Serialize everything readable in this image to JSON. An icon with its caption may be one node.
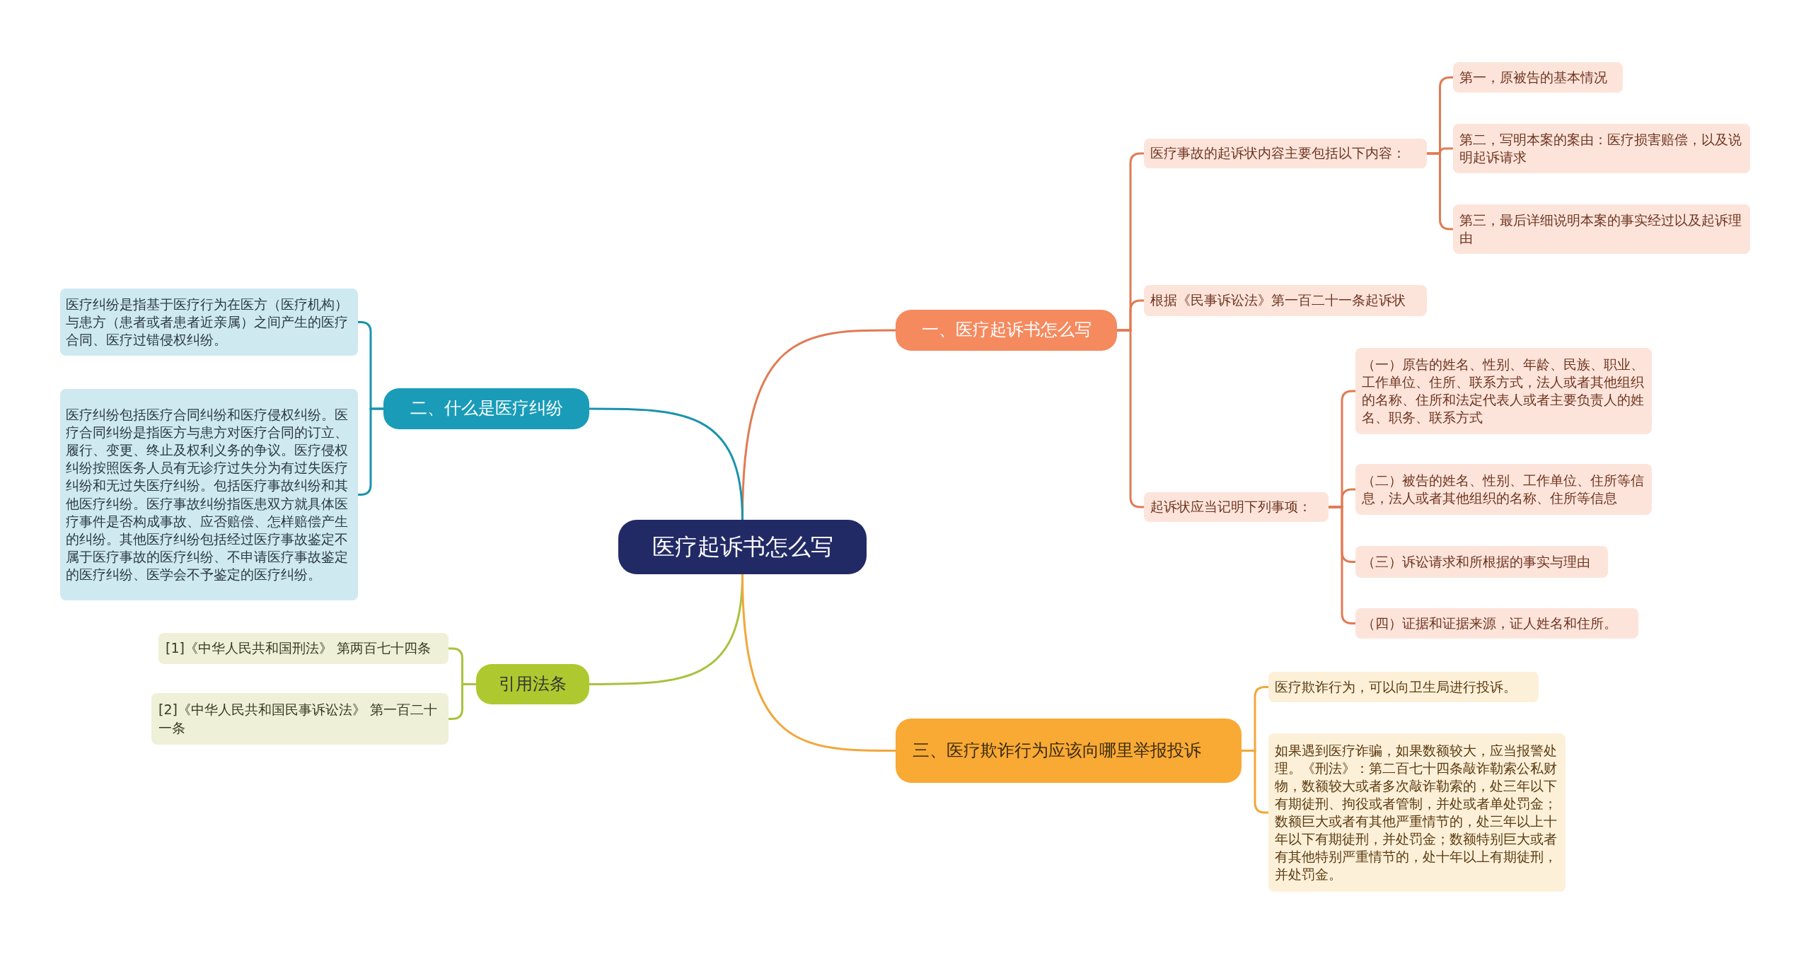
{
  "diagram": {
    "nodes": [
      {
        "text": [
          "医疗起诉书怎么写"
        ]
      },
      {
        "text": [
          "一、医疗起诉书怎么写"
        ]
      },
      {
        "text": [
          "医疗事故的起诉状内容主要包括以下内容："
        ]
      },
      {
        "text": [
          "第一，原被告的基本情况"
        ]
      },
      {
        "text": [
          "第二，写明本案的案由：医疗损害赔偿，以及说明起诉请求"
        ]
      },
      {
        "text": [
          "第三，最后详细说明本案的事实经过以及起诉理由"
        ]
      },
      {
        "text": [
          "根据《民事诉讼法》第一百二十一条起诉状"
        ]
      },
      {
        "text": [
          "起诉状应当记明下列事项："
        ]
      },
      {
        "text": [
          "（一）原告的姓名、性别、年龄、民族、职业、工作单位、住所、联系方式，法人或者其他组织的名称、住所和法定代表人或者主要负责人的姓名、职务、联系方式"
        ]
      },
      {
        "text": [
          "（二）被告的姓名、性别、工作单位、住所等信息，法人或者其他组织的名称、住所等信息"
        ]
      },
      {
        "text": [
          "（三）诉讼请求和所根据的事实与理由"
        ]
      },
      {
        "text": [
          "（四）证据和证据来源，证人姓名和住所。"
        ]
      },
      {
        "text": [
          "二、什么是医疗纠纷"
        ]
      },
      {
        "text": [
          "医疗纠纷是指基于医疗行为在医方（医疗机构）与患方（患者或者患者近亲属）之间产生的医疗合同、医疗过错侵权纠纷。"
        ]
      },
      {
        "text": [
          "医疗纠纷包括医疗合同纠纷和医疗侵权纠纷。医疗合同纠纷是指医方与患方对医疗合同的订立、履行、变更、终止及权利义务的争议。医疗侵权纠纷按照医务人员有无诊疗过失分为有过失医疗纠纷和无过失医疗纠纷。包括医疗事故纠纷和其他医疗纠纷。医疗事故纠纷指医患双方就具体医疗事件是否构成事故、应否赔偿、怎样赔偿产生的纠纷。其他医疗纠纷包括经过医疗事故鉴定不属于医疗事故的医疗纠纷、不申请医疗事故鉴定的医疗纠纷、医学会不予鉴定的医疗纠纷。"
        ]
      },
      {
        "text": [
          "引用法条"
        ]
      },
      {
        "text": [
          "[1]《中华人民共和国刑法》 第两百七十四条"
        ]
      },
      {
        "text": [
          "[2]《中华人民共和国民事诉讼法》 第一百二十一条"
        ]
      },
      {
        "text": [
          "三、医疗欺诈行为应该向哪里举报投诉"
        ]
      },
      {
        "text": [
          "医疗欺诈行为，可以向卫生局进行投诉。"
        ]
      },
      {
        "text": [
          "如果遇到医疗诈骗，如果数额较大，应当报警处理。《刑法》：第二百七十四条敲诈勒索公私财物，数额较大或者多次敲诈勒索的，处三年以下有期徒刑、拘役或者管制，并处或者单处罚金；数额巨大或者有其他严重情节的，处三年以上十年以下有期徒刑，并处罚金；数额特别巨大或者有其他特别严重情节的，处十年以上有期徒刑，并处罚金。"
        ]
      }
    ],
    "edges": [
      {
        "from": 0,
        "to": 1,
        "arrow": "none"
      },
      {
        "from": 1,
        "to": 2,
        "arrow": "none"
      },
      {
        "from": 2,
        "to": 3,
        "arrow": "none"
      },
      {
        "from": 2,
        "to": 4,
        "arrow": "none"
      },
      {
        "from": 2,
        "to": 5,
        "arrow": "none"
      },
      {
        "from": 1,
        "to": 6,
        "arrow": "none"
      },
      {
        "from": 1,
        "to": 7,
        "arrow": "none"
      },
      {
        "from": 7,
        "to": 8,
        "arrow": "none"
      },
      {
        "from": 7,
        "to": 9,
        "arrow": "none"
      },
      {
        "from": 7,
        "to": 10,
        "arrow": "none"
      },
      {
        "from": 7,
        "to": 11,
        "arrow": "none"
      },
      {
        "from": 0,
        "to": 12,
        "arrow": "none",
        "color": "#1a93ad"
      },
      {
        "from": 12,
        "to": 13,
        "arrow": "none",
        "color": "#1a93ad"
      },
      {
        "from": 12,
        "to": 14,
        "arrow": "none",
        "color": "#1a93ad"
      },
      {
        "from": 0,
        "to": 15,
        "arrow": "none",
        "color": "#a9c23f"
      },
      {
        "from": 15,
        "to": 16,
        "arrow": "none",
        "color": "#a9c23f"
      },
      {
        "from": 15,
        "to": 17,
        "arrow": "none",
        "color": "#a9c23f"
      },
      {
        "from": 0,
        "to": 18,
        "arrow": "none",
        "color": "#f2a73b"
      },
      {
        "from": 18,
        "to": 19,
        "arrow": "none",
        "color": "#f2a73b"
      },
      {
        "from": 18,
        "to": 20,
        "arrow": "none",
        "color": "#f2a73b"
      }
    ]
  }
}
